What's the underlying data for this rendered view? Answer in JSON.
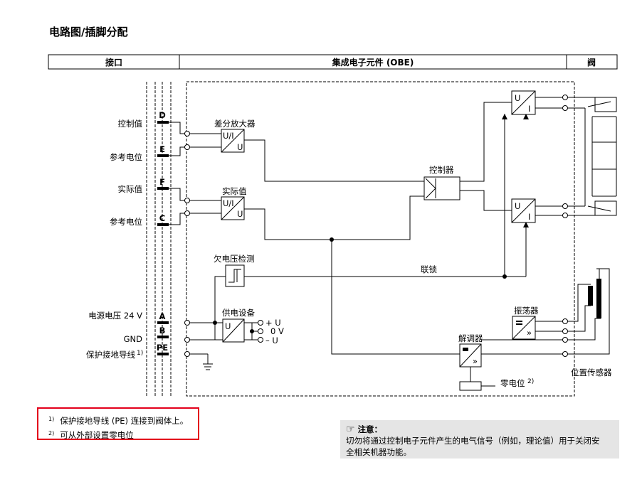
{
  "page_title": "电路图/插脚分配",
  "table_header": {
    "interface": "接口",
    "obe": "集成电子元件 (OBE)",
    "valve": "阀"
  },
  "pins": {
    "D": "D",
    "E": "E",
    "F": "F",
    "C": "C",
    "A": "A",
    "B": "B",
    "PE": "PE"
  },
  "pin_labels": {
    "control_value": "控制值",
    "reference_potential_1": "参考电位",
    "actual_value": "实际值",
    "reference_potential_2": "参考电位",
    "supply_voltage": "电源电压 24 V",
    "gnd": "GND",
    "protective_earth": "保护接地导线",
    "protective_earth_note": "1)"
  },
  "blocks": {
    "diff_amp": "差分放大器",
    "actual_value": "实际值",
    "controller": "控制器",
    "undervoltage": "欠电压检测",
    "power_supply": "供电设备",
    "interlock": "联锁",
    "oscillator": "振荡器",
    "demodulator": "解调器",
    "zero_point": "零电位",
    "zero_point_note": "2)",
    "position_sensor": "位置传感器"
  },
  "glyphs": {
    "u_over_i": "U/I",
    "u": "U",
    "i": "I",
    "plus_u": "+ U",
    "zero_v": "0 V",
    "minus_u": "– U",
    "chevrons": "»"
  },
  "footnotes": [
    {
      "mark": "1)",
      "text": "保护接地导线 (PE) 连接到阀体上。"
    },
    {
      "mark": "2)",
      "text": "可从外部设置零电位"
    }
  ],
  "note": {
    "title": "注意：",
    "text_line1": "切勿将通过控制电子元件产生的电气信号（例如，理论值）用于关闭安",
    "text_line2": "全相关机器功能。"
  }
}
